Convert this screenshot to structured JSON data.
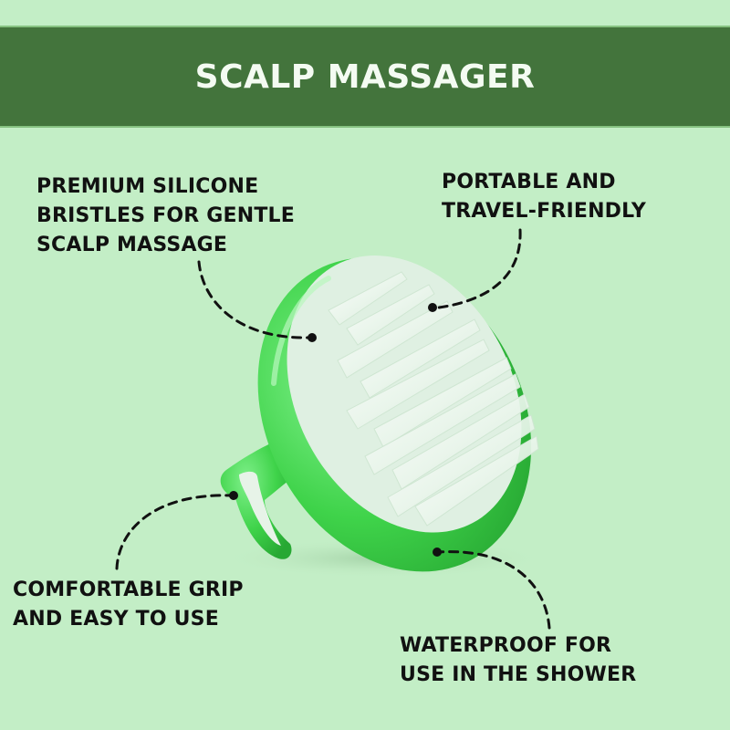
{
  "header": {
    "title": "SCALP MASSAGER"
  },
  "features": [
    {
      "id": "bristles",
      "lines": [
        "PREMIUM SILICONE",
        "BRISTLES FOR GENTLE",
        "SCALP MASSAGE"
      ]
    },
    {
      "id": "portable",
      "lines": [
        "PORTABLE AND",
        "TRAVEL-FRIENDLY"
      ]
    },
    {
      "id": "grip",
      "lines": [
        "COMFORTABLE GRIP",
        "AND EASY TO USE"
      ]
    },
    {
      "id": "waterproof",
      "lines": [
        "WATERPROOF FOR",
        "USE IN THE SHOWER"
      ]
    }
  ],
  "product": {
    "name": "scalp massager brush",
    "shell_color": "#3fd34a",
    "bristle_color": "#e8f3ea"
  },
  "colors": {
    "background": "#c3eec6",
    "banner": "#43743c",
    "banner_text": "#f4fbf2",
    "text": "#111111"
  }
}
